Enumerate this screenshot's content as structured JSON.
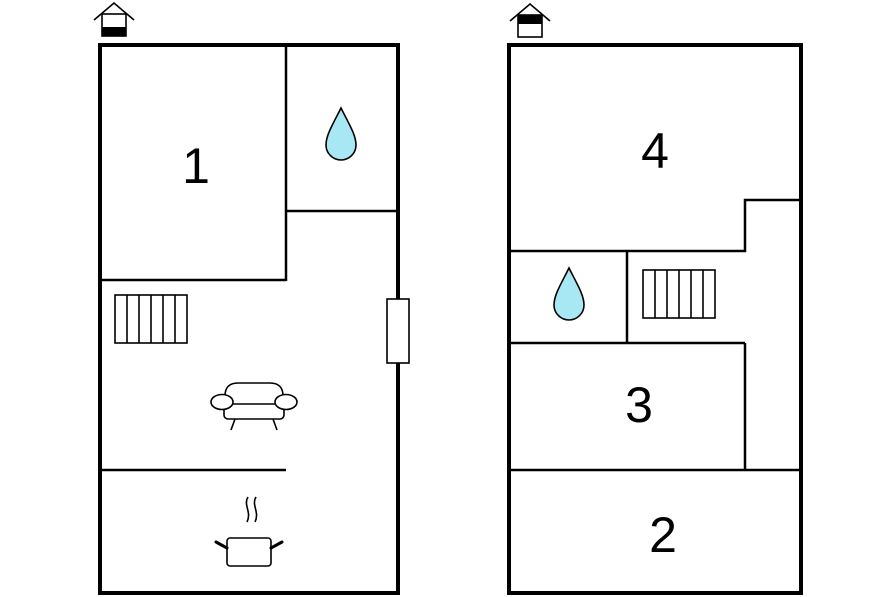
{
  "floors": [
    {
      "name": "ground-floor",
      "floor_indicator_icon": "house-ground-floor-icon",
      "rooms": [
        {
          "label": "1",
          "type": "bedroom"
        }
      ],
      "icons": [
        "water-drop-icon",
        "stairs-icon",
        "sofa-icon",
        "cooking-pot-icon",
        "door-icon"
      ]
    },
    {
      "name": "upper-floor",
      "floor_indicator_icon": "house-upper-floor-icon",
      "rooms": [
        {
          "label": "4",
          "type": "bedroom"
        },
        {
          "label": "3",
          "type": "bedroom"
        },
        {
          "label": "2",
          "type": "bedroom"
        }
      ],
      "icons": [
        "water-drop-icon",
        "stairs-icon"
      ]
    }
  ],
  "colors": {
    "wall": "#000000",
    "water": "#a8e8f4",
    "background": "#ffffff"
  }
}
